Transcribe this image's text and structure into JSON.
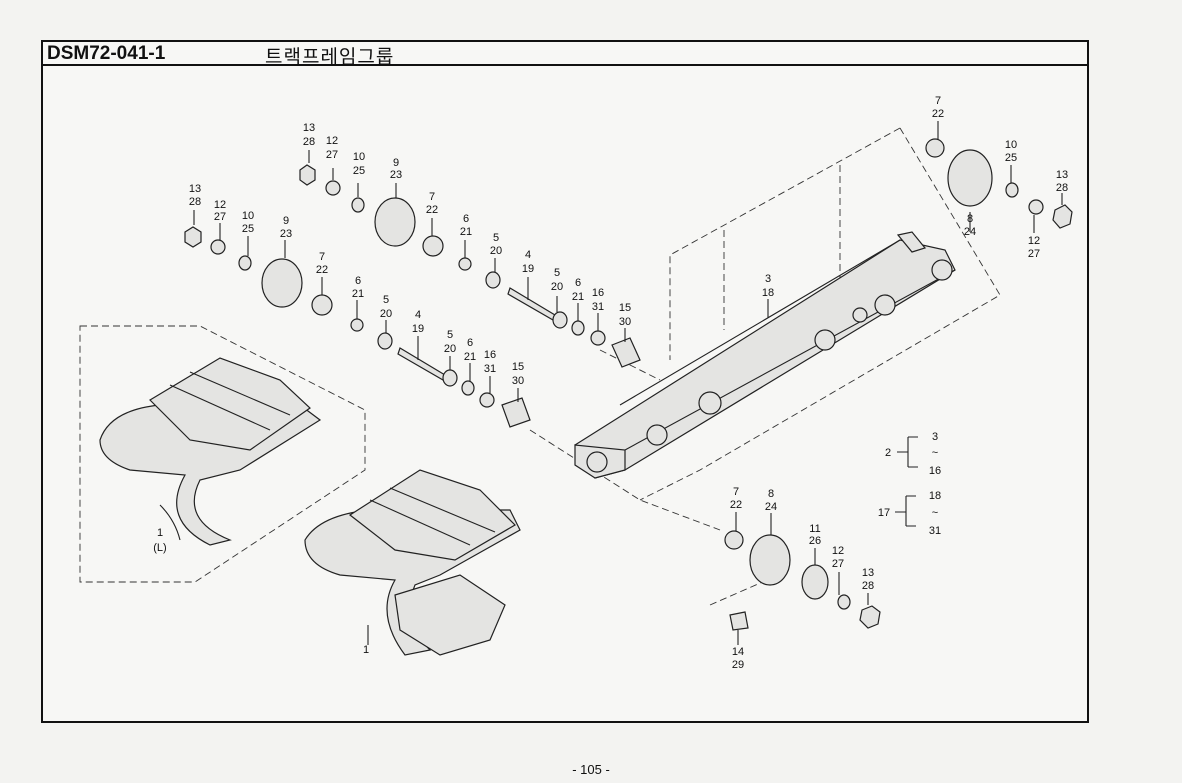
{
  "header": {
    "code": "DSM72-041-1",
    "title": "트랙프레임그룹"
  },
  "page": {
    "number": "- 105 -"
  },
  "callouts": [
    {
      "n": "13",
      "c": "28"
    },
    {
      "n": "12",
      "c": "27"
    },
    {
      "n": "10",
      "c": "25"
    },
    {
      "n": "9",
      "c": "23"
    },
    {
      "n": "7",
      "c": "22"
    },
    {
      "n": "6",
      "c": "21"
    },
    {
      "n": "5",
      "c": "20"
    },
    {
      "n": "4",
      "c": "19"
    },
    {
      "n": "5",
      "c": "20"
    },
    {
      "n": "6",
      "c": "21"
    },
    {
      "n": "16",
      "c": "31"
    },
    {
      "n": "15",
      "c": "30"
    },
    {
      "n": "13",
      "c": "28"
    },
    {
      "n": "12",
      "c": "27"
    },
    {
      "n": "10",
      "c": "25"
    },
    {
      "n": "9",
      "c": "23"
    },
    {
      "n": "7",
      "c": "22"
    },
    {
      "n": "6",
      "c": "21"
    },
    {
      "n": "5",
      "c": "20"
    },
    {
      "n": "4",
      "c": "19"
    },
    {
      "n": "5",
      "c": "20"
    },
    {
      "n": "6",
      "c": "21"
    },
    {
      "n": "16",
      "c": "31"
    },
    {
      "n": "15",
      "c": "30"
    },
    {
      "n": "3",
      "c": "18"
    },
    {
      "n": "7",
      "c": "22"
    },
    {
      "n": "10",
      "c": "25"
    },
    {
      "n": "8",
      "c": "24"
    },
    {
      "n": "13",
      "c": "28"
    },
    {
      "n": "12",
      "c": "27"
    },
    {
      "n": "7",
      "c": "22"
    },
    {
      "n": "8",
      "c": "24"
    },
    {
      "n": "11",
      "c": "26"
    },
    {
      "n": "12",
      "c": "27"
    },
    {
      "n": "13",
      "c": "28"
    },
    {
      "n": "14",
      "c": "29"
    },
    {
      "n": "1",
      "c": "(L)"
    },
    {
      "n": "1",
      "c": ""
    }
  ],
  "groups": [
    {
      "n": "2",
      "top": "3",
      "mid": "~",
      "bot": "16"
    },
    {
      "n": "17",
      "top": "18",
      "mid": "~",
      "bot": "31"
    }
  ]
}
